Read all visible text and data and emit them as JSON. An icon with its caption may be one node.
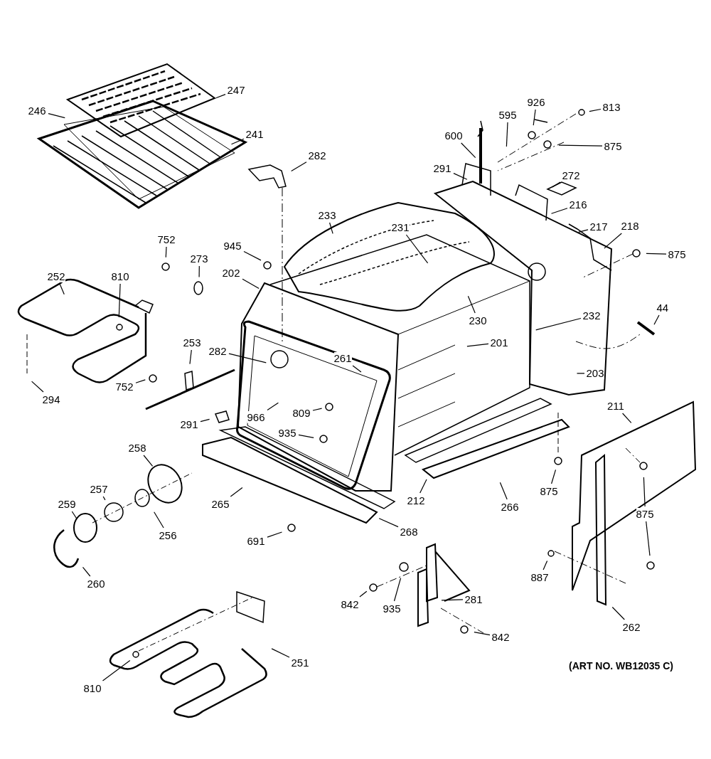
{
  "diagram": {
    "nodes": [
      {
        "text": [
          "247"
        ]
      },
      {
        "text": [
          "246"
        ]
      },
      {
        "text": [
          "241"
        ]
      },
      {
        "text": [
          "282"
        ]
      },
      {
        "text": [
          "752"
        ]
      },
      {
        "text": [
          "273"
        ]
      },
      {
        "text": [
          "945"
        ]
      },
      {
        "text": [
          "202"
        ]
      },
      {
        "text": [
          "233"
        ]
      },
      {
        "text": [
          "231"
        ]
      },
      {
        "text": [
          "600"
        ]
      },
      {
        "text": [
          "595"
        ]
      },
      {
        "text": [
          "926"
        ]
      },
      {
        "text": [
          "813"
        ]
      },
      {
        "text": [
          "875"
        ]
      },
      {
        "text": [
          "291"
        ]
      },
      {
        "text": [
          "272"
        ]
      },
      {
        "text": [
          "216"
        ]
      },
      {
        "text": [
          "217"
        ]
      },
      {
        "text": [
          "218"
        ]
      },
      {
        "text": [
          "875"
        ]
      },
      {
        "text": [
          "252"
        ]
      },
      {
        "text": [
          "810"
        ]
      },
      {
        "text": [
          "230"
        ]
      },
      {
        "text": [
          "232"
        ]
      },
      {
        "text": [
          "44"
        ]
      },
      {
        "text": [
          "201"
        ]
      },
      {
        "text": [
          "203"
        ]
      },
      {
        "text": [
          "282"
        ]
      },
      {
        "text": [
          "261"
        ]
      },
      {
        "text": [
          "253"
        ]
      },
      {
        "text": [
          "752"
        ]
      },
      {
        "text": [
          "294"
        ]
      },
      {
        "text": [
          "966"
        ]
      },
      {
        "text": [
          "809"
        ]
      },
      {
        "text": [
          "935"
        ]
      },
      {
        "text": [
          "291"
        ]
      },
      {
        "text": [
          "211"
        ]
      },
      {
        "text": [
          "258"
        ]
      },
      {
        "text": [
          "257"
        ]
      },
      {
        "text": [
          "259"
        ]
      },
      {
        "text": [
          "256"
        ]
      },
      {
        "text": [
          "260"
        ]
      },
      {
        "text": [
          "265"
        ]
      },
      {
        "text": [
          "691"
        ]
      },
      {
        "text": [
          "268"
        ]
      },
      {
        "text": [
          "212"
        ]
      },
      {
        "text": [
          "266"
        ]
      },
      {
        "text": [
          "875"
        ]
      },
      {
        "text": [
          "875"
        ]
      },
      {
        "text": [
          "887"
        ]
      },
      {
        "text": [
          "842"
        ]
      },
      {
        "text": [
          "935"
        ]
      },
      {
        "text": [
          "281"
        ]
      },
      {
        "text": [
          "842"
        ]
      },
      {
        "text": [
          "262"
        ]
      },
      {
        "text": [
          "810"
        ]
      },
      {
        "text": [
          "251"
        ]
      }
    ],
    "edges": [
      {
        "from": 0,
        "to": null,
        "arrow": "none"
      },
      {
        "from": 1,
        "to": null,
        "arrow": "none"
      },
      {
        "from": 2,
        "to": null,
        "arrow": "none"
      },
      {
        "from": 3,
        "to": null,
        "arrow": "none"
      },
      {
        "from": 4,
        "to": null,
        "arrow": "none"
      },
      {
        "from": 5,
        "to": null,
        "arrow": "none"
      },
      {
        "from": 6,
        "to": null,
        "arrow": "none"
      },
      {
        "from": 7,
        "to": null,
        "arrow": "none"
      },
      {
        "from": 8,
        "to": null,
        "arrow": "none"
      },
      {
        "from": 9,
        "to": null,
        "arrow": "none"
      },
      {
        "from": 10,
        "to": null,
        "arrow": "none"
      },
      {
        "from": 11,
        "to": null,
        "arrow": "none"
      },
      {
        "from": 12,
        "to": null,
        "arrow": "none"
      },
      {
        "from": 13,
        "to": null,
        "arrow": "none"
      },
      {
        "from": 14,
        "to": null,
        "arrow": "none"
      },
      {
        "from": 15,
        "to": null,
        "arrow": "none"
      },
      {
        "from": 16,
        "to": null,
        "arrow": "none"
      },
      {
        "from": 17,
        "to": null,
        "arrow": "none"
      },
      {
        "from": 18,
        "to": null,
        "arrow": "none"
      },
      {
        "from": 19,
        "to": null,
        "arrow": "none"
      },
      {
        "from": 20,
        "to": null,
        "arrow": "none"
      },
      {
        "from": 21,
        "to": null,
        "arrow": "none"
      },
      {
        "from": 22,
        "to": null,
        "arrow": "none"
      },
      {
        "from": 23,
        "to": null,
        "arrow": "none"
      },
      {
        "from": 24,
        "to": null,
        "arrow": "none"
      },
      {
        "from": 25,
        "to": null,
        "arrow": "none"
      },
      {
        "from": 26,
        "to": null,
        "arrow": "none"
      },
      {
        "from": 27,
        "to": null,
        "arrow": "none"
      },
      {
        "from": 28,
        "to": null,
        "arrow": "none"
      },
      {
        "from": 29,
        "to": null,
        "arrow": "none"
      },
      {
        "from": 30,
        "to": null,
        "arrow": "none"
      },
      {
        "from": 31,
        "to": null,
        "arrow": "none"
      },
      {
        "from": 32,
        "to": null,
        "arrow": "none"
      },
      {
        "from": 33,
        "to": null,
        "arrow": "none"
      },
      {
        "from": 34,
        "to": null,
        "arrow": "none"
      },
      {
        "from": 35,
        "to": null,
        "arrow": "none"
      },
      {
        "from": 36,
        "to": null,
        "arrow": "none"
      },
      {
        "from": 37,
        "to": null,
        "arrow": "none"
      },
      {
        "from": 38,
        "to": null,
        "arrow": "none"
      },
      {
        "from": 39,
        "to": null,
        "arrow": "none"
      },
      {
        "from": 40,
        "to": null,
        "arrow": "none"
      },
      {
        "from": 41,
        "to": null,
        "arrow": "none"
      },
      {
        "from": 42,
        "to": null,
        "arrow": "none"
      },
      {
        "from": 43,
        "to": null,
        "arrow": "none"
      },
      {
        "from": 44,
        "to": null,
        "arrow": "none"
      },
      {
        "from": 45,
        "to": null,
        "arrow": "none"
      },
      {
        "from": 46,
        "to": null,
        "arrow": "none"
      },
      {
        "from": 47,
        "to": null,
        "arrow": "none"
      },
      {
        "from": 48,
        "to": null,
        "arrow": "none"
      },
      {
        "from": 49,
        "to": null,
        "arrow": "none"
      },
      {
        "from": 49,
        "to": null,
        "arrow": "none"
      },
      {
        "from": 50,
        "to": null,
        "arrow": "none"
      },
      {
        "from": 51,
        "to": null,
        "arrow": "none"
      },
      {
        "from": 52,
        "to": null,
        "arrow": "none"
      },
      {
        "from": 53,
        "to": null,
        "arrow": "none"
      },
      {
        "from": 54,
        "to": null,
        "arrow": "none"
      },
      {
        "from": 55,
        "to": null,
        "arrow": "none"
      },
      {
        "from": 56,
        "to": null,
        "arrow": "none"
      },
      {
        "from": 57,
        "to": null,
        "arrow": "none"
      }
    ],
    "labels": [
      "(ART NO. WB12035 C)"
    ]
  }
}
